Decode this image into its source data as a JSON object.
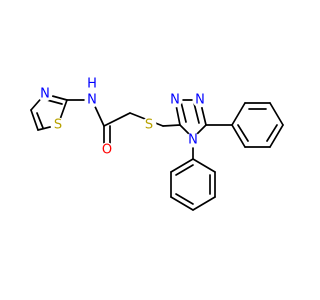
{
  "molecule": {
    "colors": {
      "bond": "#000000",
      "nitrogen": "#0000ff",
      "oxygen": "#ff0000",
      "sulfur": "#b8a200",
      "background": "#ffffff"
    },
    "atom_labels": {
      "thiazole_N": "N",
      "thiazole_S": "S",
      "amide_N": "N",
      "amide_H": "H",
      "carbonyl_O": "O",
      "thioether_S": "S",
      "triazole_N1": "N",
      "triazole_N2": "N",
      "triazole_N4": "N"
    }
  }
}
